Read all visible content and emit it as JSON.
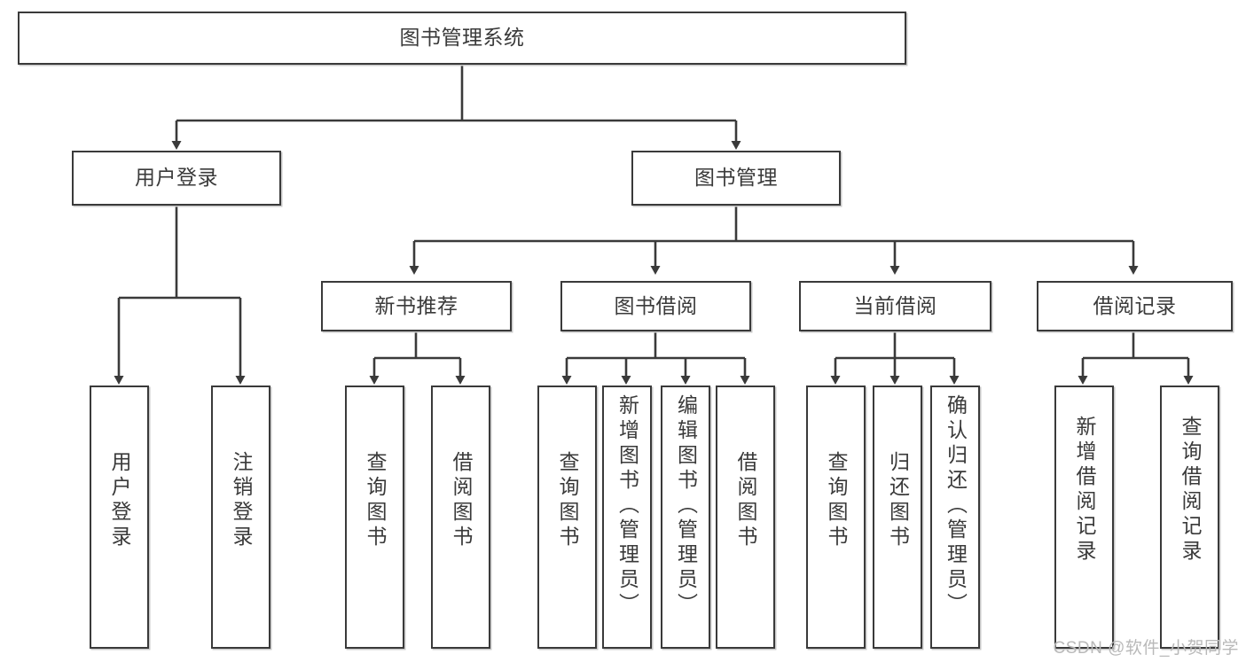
{
  "diagram": {
    "title": "图书管理系统",
    "type": "tree-hierarchy-diagram",
    "orientation": "top-down",
    "colors": {
      "box_border": "#3a3a3a",
      "box_fill": "#ffffff",
      "connector": "#3a3a3a",
      "watermark": "#b9b9b9",
      "background": "#ffffff"
    },
    "root": {
      "label": "图书管理系统"
    },
    "level2": [
      {
        "label": "用户登录"
      },
      {
        "label": "图书管理"
      }
    ],
    "level3": [
      {
        "label": "新书推荐"
      },
      {
        "label": "图书借阅"
      },
      {
        "label": "当前借阅"
      },
      {
        "label": "借阅记录"
      }
    ],
    "leaves": [
      {
        "label": "用户登录",
        "parent": "用户登录"
      },
      {
        "label": "注销登录",
        "parent": "用户登录"
      },
      {
        "label": "查询图书",
        "parent": "新书推荐"
      },
      {
        "label": "借阅图书",
        "parent": "新书推荐"
      },
      {
        "label": "查询图书",
        "parent": "图书借阅"
      },
      {
        "label": "新增图书（管理员）",
        "parent": "图书借阅"
      },
      {
        "label": "编辑图书（管理员）",
        "parent": "图书借阅"
      },
      {
        "label": "借阅图书",
        "parent": "图书借阅"
      },
      {
        "label": "查询图书",
        "parent": "当前借阅"
      },
      {
        "label": "归还图书",
        "parent": "当前借阅"
      },
      {
        "label": "确认归还（管理员）",
        "parent": "当前借阅"
      },
      {
        "label": "新增借阅记录",
        "parent": "借阅记录"
      },
      {
        "label": "查询借阅记录",
        "parent": "借阅记录"
      }
    ]
  },
  "watermark": {
    "text": "CSDN @软件_小贺同学"
  }
}
